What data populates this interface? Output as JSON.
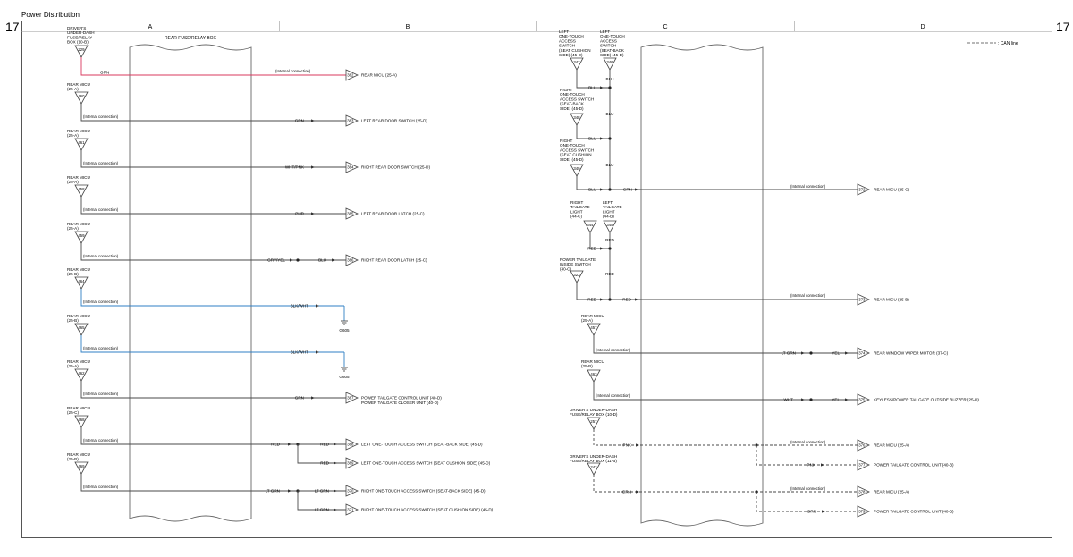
{
  "page_title": "Power Distribution",
  "page_number": "17",
  "columns": [
    "A",
    "B",
    "C",
    "D"
  ],
  "box_title": "REAR FUSE/RELAY BOX",
  "legend": "CAN line",
  "internal": "(Internal connection)",
  "colors": {
    "wire": "#4a4a4a",
    "red_wire": "#d9385e",
    "blue_wire": "#2f7fc4"
  },
  "left_sources": [
    {
      "lines": [
        "DRIVER'S",
        "UNDER-DASH",
        "FUSE/RELAY",
        "BOX (10-B)"
      ],
      "pin": "229"
    },
    {
      "lines": [
        "REAR MICU",
        "(25-A)"
      ],
      "pin": "460"
    },
    {
      "lines": [
        "REAR MICU",
        "(25-A)"
      ],
      "pin": "461"
    },
    {
      "lines": [
        "REAR MICU",
        "(25-A)"
      ],
      "pin": "458"
    },
    {
      "lines": [
        "REAR MICU",
        "(25-A)"
      ],
      "pin": "459"
    },
    {
      "lines": [
        "REAR MICU",
        "(25-B)"
      ],
      "pin": "464"
    },
    {
      "lines": [
        "REAR MICU",
        "(25-B)"
      ],
      "pin": "465"
    },
    {
      "lines": [
        "REAR MICU",
        "(25-A)"
      ],
      "pin": "462"
    },
    {
      "lines": [
        "REAR MICU",
        "(25-C)"
      ],
      "pin": "468"
    },
    {
      "lines": [
        "REAR MICU",
        "(25-B)"
      ],
      "pin": "469"
    }
  ],
  "left_wires": [
    {
      "color": "GRN"
    },
    {
      "color": "GRN"
    },
    {
      "color": "WHT/PNK"
    },
    {
      "color": "PUR"
    },
    {
      "color": "GRY/YEL",
      "after": "BLU"
    },
    {
      "color": "BLK/WHT"
    },
    {
      "color": "BLK/WHT"
    },
    {
      "color": "GRN"
    },
    {
      "color": "RED"
    },
    {
      "color": "LT GRN"
    }
  ],
  "left_dests": [
    {
      "pin": "362",
      "label": "REAR MICU (25-A)"
    },
    {
      "pin": "363",
      "label": "LEFT REAR DOOR SWITCH (25-D)"
    },
    {
      "pin": "364",
      "label": "RIGHT REAR DOOR SWITCH (25-D)"
    },
    {
      "pin": "365",
      "label": "LEFT REAR DOOR LATCH (25-C)"
    },
    {
      "pin": "366",
      "label": "RIGHT REAR DOOR LATCH (25-C)"
    },
    {
      "pin": "367",
      "label": "POWER TAILGATE CONTROL UNIT (40-D)",
      "label2": "POWER TAILGATE CLOSER UNIT (40-D)"
    },
    {
      "pin": "368",
      "label": "LEFT ONE-TOUCH ACCESS SWITCH (SEAT-BACK SIDE) (45-D)"
    },
    {
      "pin": "369",
      "label": "LEFT ONE-TOUCH ACCESS SWITCH (SEAT CUSHION SIDE) (45-D)"
    },
    {
      "pin": "370",
      "label": "RIGHT ONE-TOUCH ACCESS SWITCH (SEAT-BACK SIDE) (45-D)"
    },
    {
      "pin": "371",
      "label": "RIGHT ONE-TOUCH ACCESS SWITCH (SEAT CUSHION SIDE) (45-D)"
    }
  ],
  "split_colors": {
    "red": "RED",
    "ltgrn": "LT GRN"
  },
  "grounds": [
    "G605",
    "G605"
  ],
  "right_sources": [
    {
      "lines": [
        "LEFT",
        "ONE-TOUCH",
        "ACCESS",
        "SWITCH",
        "(SEAT CUSHION",
        "SIDE) (45-D)"
      ],
      "pin": "347"
    },
    {
      "lines": [
        "LEFT",
        "ONE-TOUCH",
        "ACCESS",
        "SWITCH",
        "(SEAT-BACK",
        "SIDE) (45-D)"
      ],
      "pin": "346"
    },
    {
      "lines": [
        "RIGHT",
        "ONE-TOUCH",
        "ACCESS SWITCH",
        "(SEAT-BACK",
        "SIDE) (45-D)"
      ],
      "pin": "348"
    },
    {
      "lines": [
        "RIGHT",
        "ONE-TOUCH",
        "ACCESS SWITCH",
        "(SEAT CUSHION",
        "SIDE) (45-D)"
      ],
      "pin": "349"
    },
    {
      "lines": [
        "RIGHT",
        "TAILGATE",
        "LIGHT",
        "(44-C)"
      ],
      "pin": "344"
    },
    {
      "lines": [
        "LEFT",
        "TAILGATE",
        "LIGHT",
        "(44-B)"
      ],
      "pin": "345"
    },
    {
      "lines": [
        "POWER TAILGATE",
        "INSIDE SWITCH",
        "(40-C)"
      ],
      "pin": "323"
    },
    {
      "lines": [
        "REAR MICU",
        "(25-A)"
      ],
      "pin": "457"
    },
    {
      "lines": [
        "REAR MICU",
        "(25-B)"
      ],
      "pin": "463"
    },
    {
      "lines": [
        "DRIVER'S UNDER-DASH",
        "FUSE/RELAY BOX (10-D)"
      ],
      "pin": "257"
    },
    {
      "lines": [
        "DRIVER'S UNDER-DASH",
        "FUSE/RELAY BOX (11-B)"
      ],
      "pin": "243"
    }
  ],
  "right_colors": {
    "blu": "BLU",
    "grn": "GRN",
    "red": "RED",
    "ltgrn": "LT GRN",
    "yel": "YEL",
    "wht": "WHT",
    "pnk": "PNK",
    "orn": "ORN"
  },
  "right_dests": [
    {
      "pin": "372",
      "label": "REAR MICU (25-C)"
    },
    {
      "pin": "373",
      "label": "REAR MICU (25-B)"
    },
    {
      "pin": "374",
      "label": "REAR WINDOW WIPER MOTOR (37-C)"
    },
    {
      "pin": "375",
      "label": "KEYLESS/POWER TAILGATE OUTSIDE BUZZER (25-D)"
    },
    {
      "pin": "376",
      "label": "REAR MICU (25-A)"
    },
    {
      "pin": "377",
      "label": "POWER TAILGATE CONTROL UNIT (40-B)"
    },
    {
      "pin": "378",
      "label": "REAR MICU (25-A)"
    },
    {
      "pin": "379",
      "label": "POWER TAILGATE CONTROL UNIT (40-B)"
    }
  ]
}
